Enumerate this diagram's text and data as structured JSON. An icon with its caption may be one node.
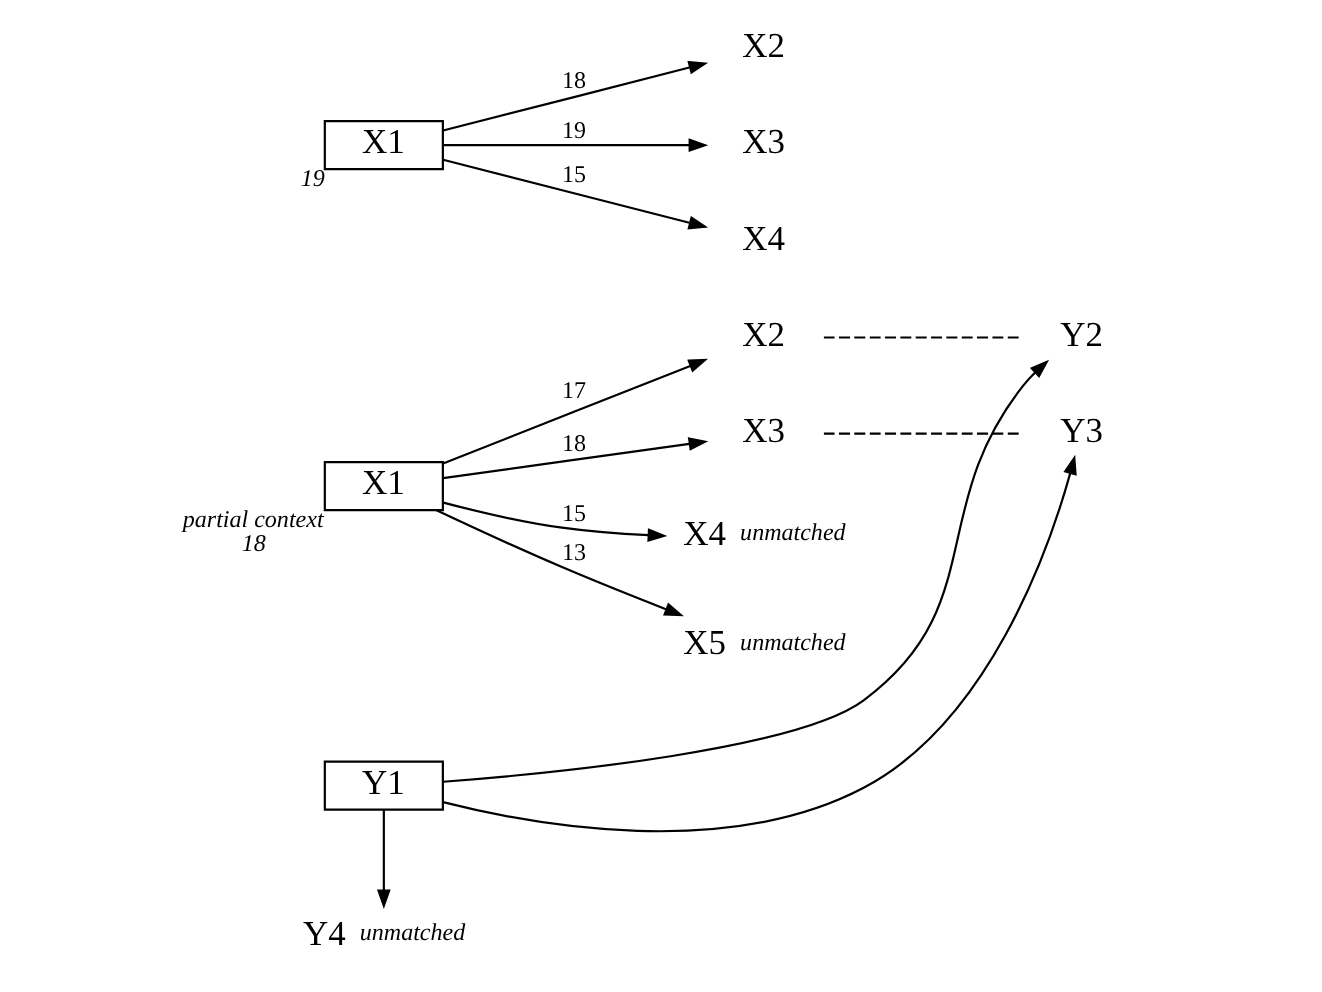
{
  "diagram": {
    "nodes": [
      {
        "text": [
          "X1"
        ],
        "beside": [
          "partial context",
          "18"
        ]
      },
      {
        "text": [
          "X2"
        ]
      },
      {
        "text": [
          "X3"
        ]
      },
      {
        "text": [
          "X4"
        ],
        "beside": [
          "unmatched"
        ]
      },
      {
        "text": [
          "X5"
        ],
        "beside": [
          "unmatched"
        ]
      },
      {
        "text": [
          "Y2"
        ]
      },
      {
        "text": [
          "Y3"
        ]
      },
      {
        "text": [
          "Y1"
        ]
      },
      {
        "text": [
          "Y4"
        ],
        "beside": [
          "unmatched"
        ]
      },
      {
        "text": [
          "X1"
        ],
        "beside": [
          "19"
        ]
      },
      {
        "text": [
          "X2"
        ]
      },
      {
        "text": [
          "X3"
        ]
      },
      {
        "text": [
          "X4"
        ]
      }
    ],
    "edges": [
      {
        "from": 0,
        "to": 1,
        "arrow": "to",
        "label": "17"
      },
      {
        "from": 0,
        "to": 2,
        "arrow": "to",
        "label": "18"
      },
      {
        "from": 0,
        "to": 3,
        "arrow": "to",
        "label": "15"
      },
      {
        "from": 0,
        "to": 4,
        "arrow": "to",
        "label": "13"
      },
      {
        "from": 1,
        "to": 5,
        "arrow": "none",
        "style": "dashed"
      },
      {
        "from": 2,
        "to": 6,
        "arrow": "none",
        "style": "dashed"
      },
      {
        "from": 7,
        "to": 5,
        "arrow": "to"
      },
      {
        "from": 7,
        "to": 6,
        "arrow": "to"
      },
      {
        "from": 7,
        "to": 8,
        "arrow": "to"
      },
      {
        "from": 9,
        "to": 10,
        "arrow": "to",
        "label": "18"
      },
      {
        "from": 9,
        "to": 11,
        "arrow": "to",
        "label": "19"
      },
      {
        "from": 9,
        "to": 12,
        "arrow": "to",
        "label": "15"
      }
    ]
  }
}
